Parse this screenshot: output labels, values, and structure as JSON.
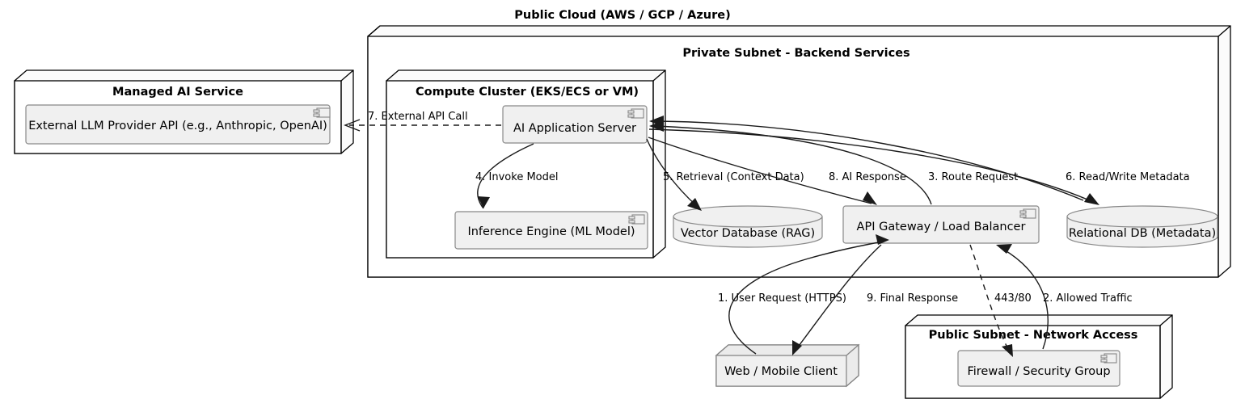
{
  "diagram": {
    "title": "Public Cloud (AWS / GCP / Azure)",
    "type": "uml-deployment-diagram"
  },
  "nodes": {
    "public_cloud": {
      "label": "Public Cloud (AWS / GCP / Azure)"
    },
    "managed_ai_service": {
      "label": "Managed AI Service"
    },
    "private_subnet": {
      "label": "Private Subnet - Backend Services"
    },
    "compute_cluster": {
      "label": "Compute Cluster (EKS/ECS or VM)"
    },
    "public_subnet": {
      "label": "Public Subnet - Network Access"
    },
    "web_client": {
      "label": "Web / Mobile Client"
    }
  },
  "components": {
    "external_llm": {
      "label": "External LLM Provider API (e.g., Anthropic, OpenAI)",
      "icon": "component-icon"
    },
    "ai_app_server": {
      "label": "AI Application Server",
      "icon": "component-icon"
    },
    "inference_engine": {
      "label": "Inference Engine (ML Model)",
      "icon": "component-icon"
    },
    "api_gateway": {
      "label": "API Gateway / Load Balancer",
      "icon": "component-icon"
    },
    "firewall": {
      "label": "Firewall / Security Group",
      "icon": "component-icon"
    }
  },
  "databases": {
    "vector_db": {
      "label": "Vector Database (RAG)",
      "shape": "cylinder"
    },
    "relational_db": {
      "label": "Relational DB (Metadata)",
      "shape": "cylinder"
    }
  },
  "edges": [
    {
      "id": "e1",
      "label": "1. User Request (HTTPS)",
      "from": "web_client",
      "to": "api_gateway",
      "style": "solid"
    },
    {
      "id": "e2",
      "label": "2. Allowed Traffic",
      "from": "firewall",
      "to": "api_gateway",
      "style": "solid"
    },
    {
      "id": "e3",
      "label": "3. Route Request",
      "from": "api_gateway",
      "to": "ai_app_server",
      "style": "solid"
    },
    {
      "id": "e4",
      "label": "4. Invoke Model",
      "from": "ai_app_server",
      "to": "inference_engine",
      "style": "solid"
    },
    {
      "id": "e5",
      "label": "5. Retrieval (Context Data)",
      "from": "ai_app_server",
      "to": "vector_db",
      "style": "solid"
    },
    {
      "id": "e6",
      "label": "6. Read/Write Metadata",
      "from": "ai_app_server",
      "to": "relational_db",
      "style": "solid"
    },
    {
      "id": "e7",
      "label": "7. External API Call",
      "from": "ai_app_server",
      "to": "external_llm",
      "style": "dashed"
    },
    {
      "id": "e8",
      "label": "8. AI Response",
      "from": "ai_app_server",
      "to": "api_gateway",
      "style": "solid"
    },
    {
      "id": "e9",
      "label": "9. Final Response",
      "from": "api_gateway",
      "to": "web_client",
      "style": "solid"
    },
    {
      "id": "e10",
      "label": "443/80",
      "from": "api_gateway",
      "to": "firewall",
      "style": "dashed"
    }
  ],
  "colors": {
    "component_fill": "#f0f0f0",
    "component_stroke": "#888888",
    "node_fill": "#ffffff",
    "node_stroke": "#000000",
    "edge_stroke": "#1a1a1a",
    "text": "#000000"
  }
}
